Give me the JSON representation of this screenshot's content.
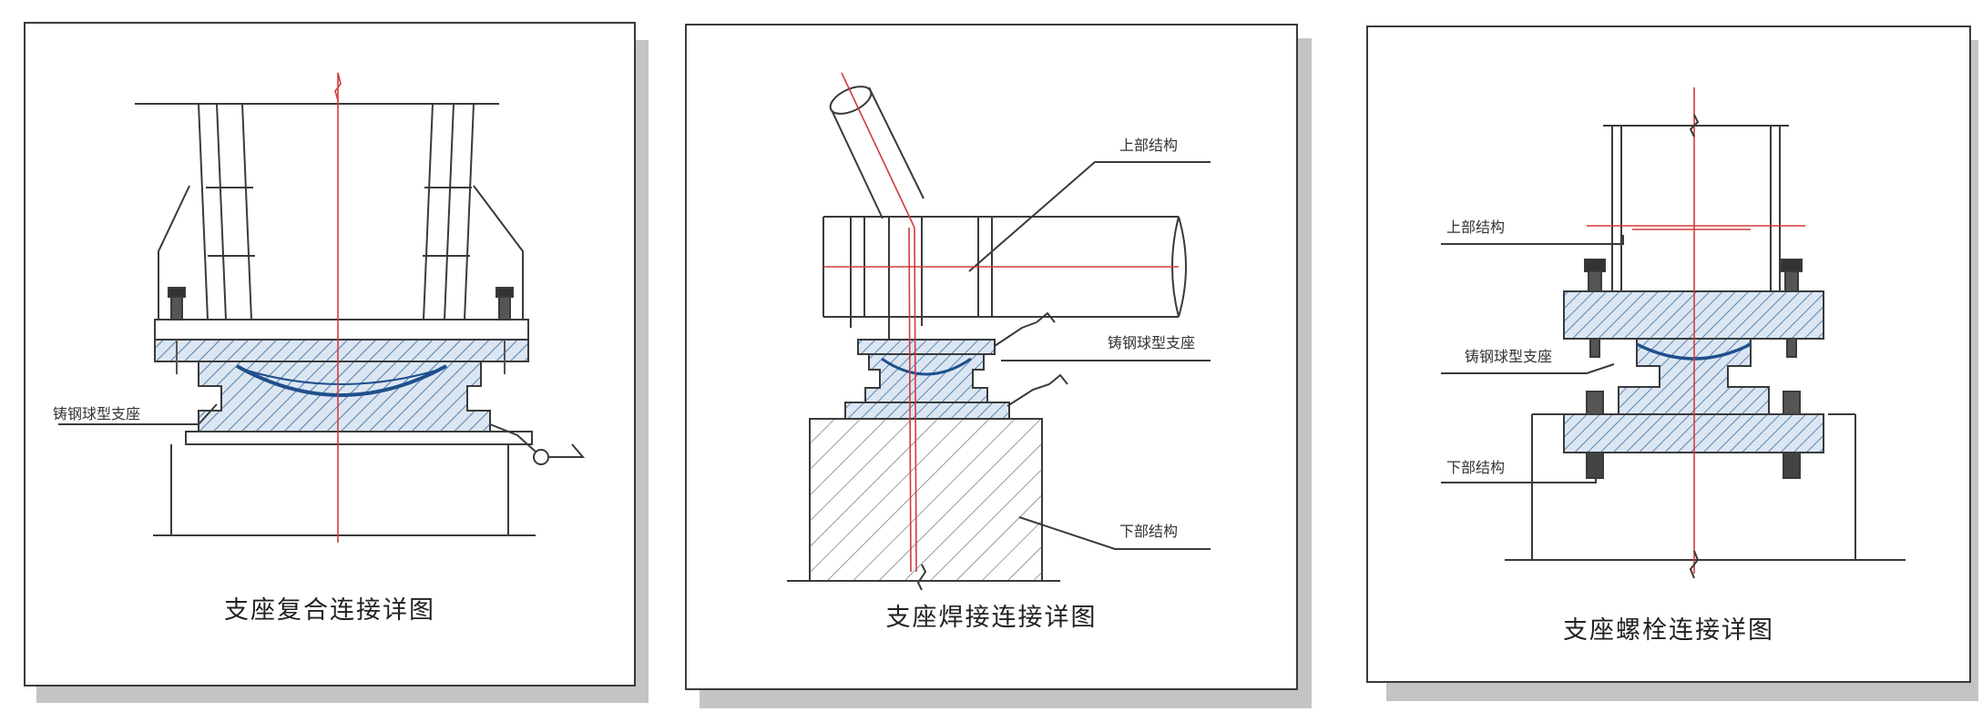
{
  "colors": {
    "line": "#3a3a3a",
    "axis": "#d23b3b",
    "hatch": "#5b86b3",
    "fill": "#dbe6f2",
    "bearing": "#1f4f8c",
    "shadow": "#c4c4c4"
  },
  "panels": [
    {
      "caption": "支座复合连接详图",
      "labels": [
        "铸钢球型支座"
      ]
    },
    {
      "caption": "支座焊接连接详图",
      "labels": [
        "上部结构",
        "铸钢球型支座",
        "下部结构"
      ]
    },
    {
      "caption": "支座螺栓连接详图",
      "labels": [
        "上部结构",
        "铸钢球型支座",
        "下部结构"
      ]
    }
  ]
}
